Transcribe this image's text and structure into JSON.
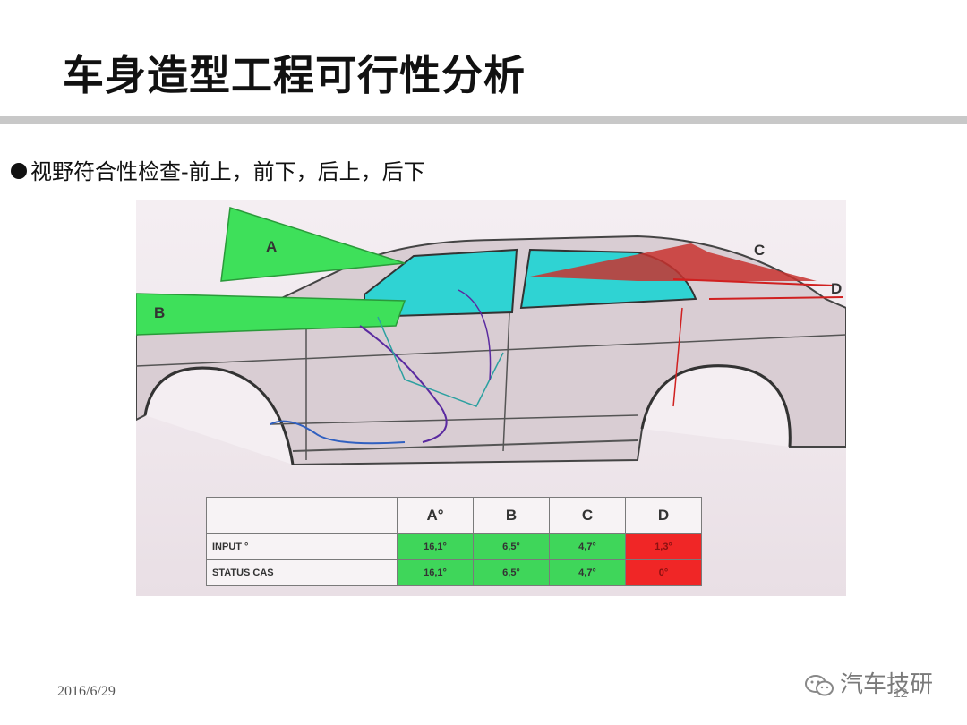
{
  "slide": {
    "title": "车身造型工程可行性分析",
    "bullet": "视野符合性检查-前上，前下，后上，后下",
    "date": "2016/6/29",
    "watermark": "汽车技研",
    "page_number": "12"
  },
  "figure": {
    "zone_labels": [
      "A",
      "B",
      "C",
      "D"
    ],
    "colors": {
      "ok": "#3fd65a",
      "fail": "#f02626",
      "glass": "#2fd3d3",
      "zone_a_b": "#3ee05a"
    },
    "table": {
      "headers": [
        "A°",
        "B",
        "C",
        "D"
      ],
      "rows": [
        {
          "label": "INPUT °",
          "values": [
            "16,1°",
            "6,5°",
            "4,7°",
            "1,3°"
          ],
          "status": [
            "ok",
            "ok",
            "ok",
            "fail"
          ]
        },
        {
          "label": "STATUS CAS",
          "values": [
            "16,1°",
            "6,5°",
            "4,7°",
            "0°"
          ],
          "status": [
            "ok",
            "ok",
            "ok",
            "fail"
          ]
        }
      ]
    }
  }
}
